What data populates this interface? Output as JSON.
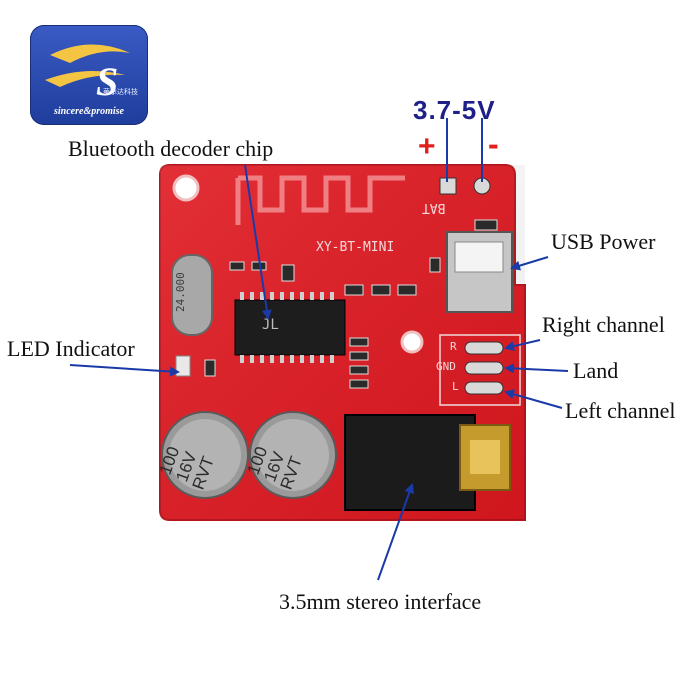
{
  "logo": {
    "brand_text": "sincere&promise",
    "brand_cn": "華承达科技"
  },
  "power": {
    "voltage_label": "3.7-5V",
    "plus_sign": "+",
    "minus_sign": "-"
  },
  "board": {
    "model_silkscreen": "XY-BT-MINI",
    "battery_silkscreen": "BAT",
    "crystal_marking": "24.000",
    "chip_marking": "JL",
    "capacitor_left": {
      "line1": "100",
      "line2": "16V",
      "line3": "RVT"
    },
    "capacitor_right": {
      "line1": "100",
      "line2": "16V",
      "line3": "RVT"
    },
    "pad_labels": [
      "R",
      "GND",
      "L"
    ]
  },
  "callouts": {
    "bluetooth_chip": "Bluetooth decoder chip",
    "usb_power": "USB Power",
    "right_channel": "Right channel",
    "land": "Land",
    "left_channel": "Left channel",
    "led_indicator": "LED Indicator",
    "stereo_interface": "3.5mm stereo interface"
  },
  "colors": {
    "pcb": "#e01820",
    "arrow": "#1a3aa8",
    "voltage": "#1f1f8a",
    "polarity": "#e0201a",
    "capacitor": "#9a9a9a",
    "jack": "#1b1b1b"
  }
}
